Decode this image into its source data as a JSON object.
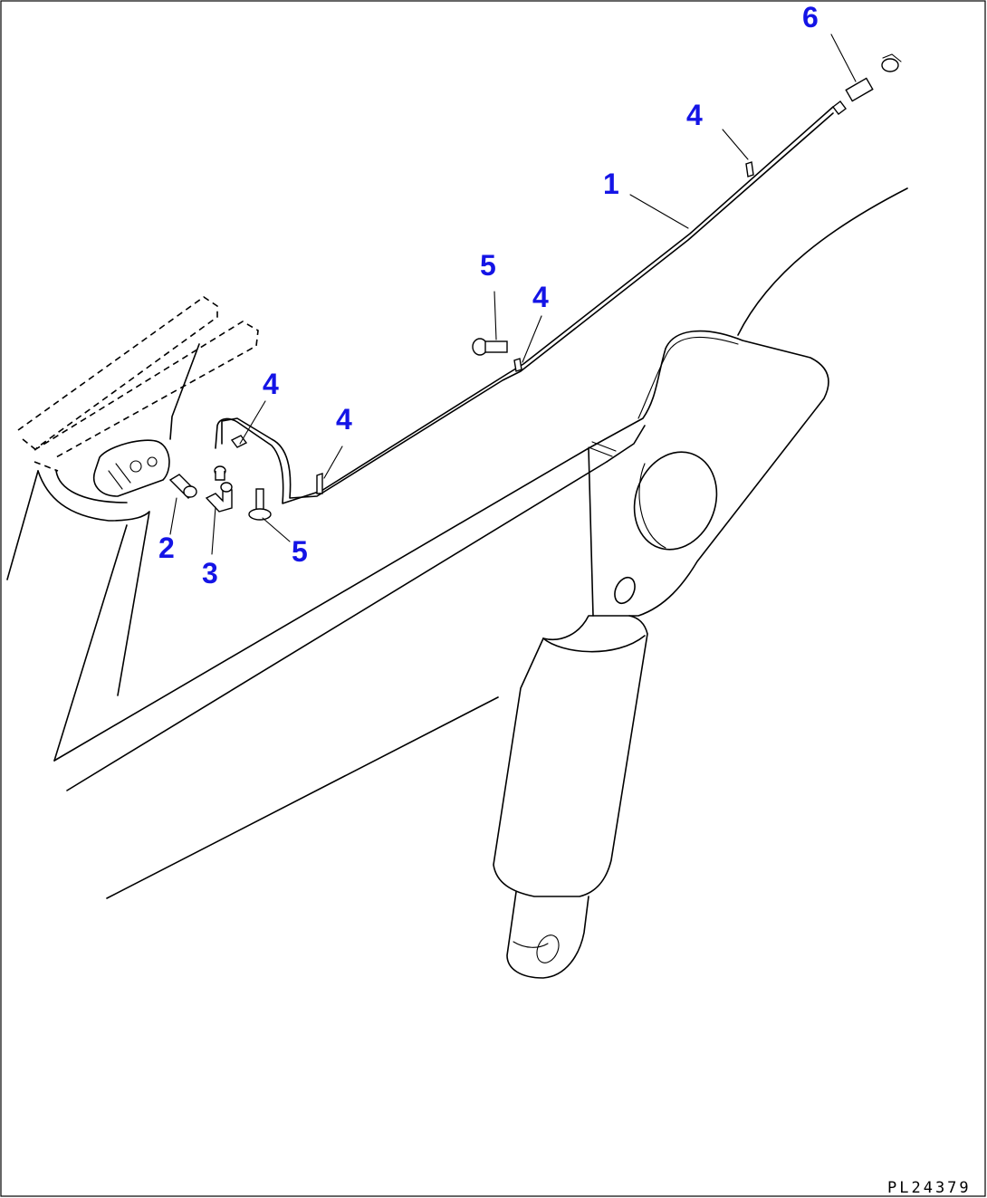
{
  "callouts": [
    {
      "id": "c6",
      "label": "6"
    },
    {
      "id": "c4a",
      "label": "4"
    },
    {
      "id": "c1",
      "label": "1"
    },
    {
      "id": "c5a",
      "label": "5"
    },
    {
      "id": "c4b",
      "label": "4"
    },
    {
      "id": "c4c",
      "label": "4"
    },
    {
      "id": "c4d",
      "label": "4"
    },
    {
      "id": "c2",
      "label": "2"
    },
    {
      "id": "c3",
      "label": "3"
    },
    {
      "id": "c5b",
      "label": "5"
    }
  ],
  "drawing_code": "PL24379",
  "colors": {
    "callout": "#1414e6",
    "line": "#000000",
    "background": "#ffffff"
  }
}
